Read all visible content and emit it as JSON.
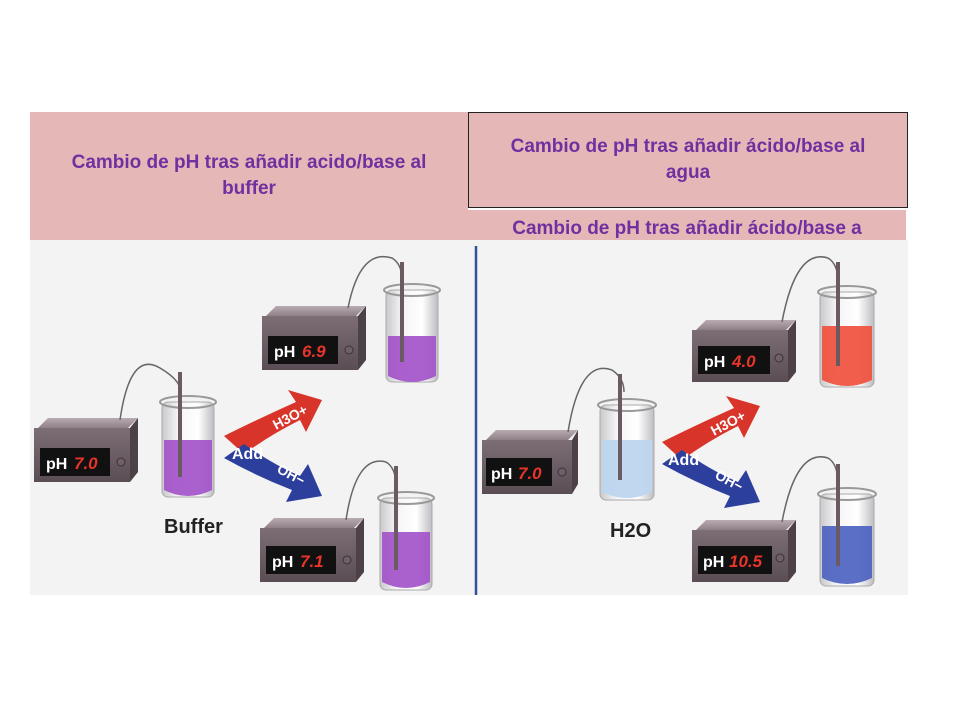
{
  "headers": {
    "left": "Cambio de pH tras añadir acido/base al buffer",
    "right": "Cambio de pH tras añadir ácido/base al agua",
    "right_overflow": "Cambio de pH tras añadir ácido/base a"
  },
  "left_panel": {
    "solution_label": "Buffer",
    "add_label": "Add",
    "acid_label": "H3O+",
    "base_label": "OH−",
    "meter_prefix": "pH",
    "initial_ph": "7.0",
    "after_acid_ph": "6.9",
    "after_base_ph": "7.1"
  },
  "right_panel": {
    "solution_label": "H2O",
    "add_label": "Add",
    "acid_label": "H3O+",
    "base_label": "OH−",
    "meter_prefix": "pH",
    "initial_ph": "7.0",
    "after_acid_ph": "4.0",
    "after_base_ph": "10.5"
  },
  "colors": {
    "header_bg": "#e5b8b7",
    "header_text": "#7030a0",
    "divider": "#2f5597",
    "buffer_liquid": "#a14fc8",
    "water_liquid": "#bcd6ee",
    "acid_liquid": "#f0503c",
    "base_liquid": "#4a5fc0",
    "display_digits": "#e8352a",
    "acid_arrow": "#d8342a",
    "base_arrow": "#2d3f9c"
  }
}
